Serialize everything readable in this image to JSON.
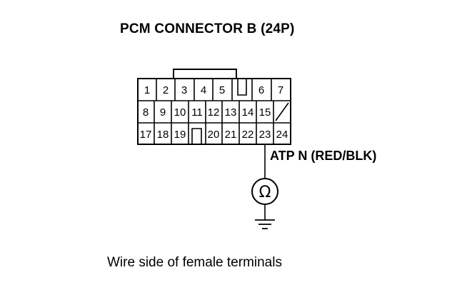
{
  "title": "PCM CONNECTOR B (24P)",
  "wire_label": "ATP N (RED/BLK)",
  "caption": "Wire side of female terminals",
  "connector": {
    "rows": [
      [
        "1",
        "2",
        "3",
        "4",
        "5",
        "",
        "6",
        "7"
      ],
      [
        "8",
        "9",
        "10",
        "11",
        "12",
        "13",
        "14",
        "15",
        ""
      ],
      [
        "17",
        "18",
        "19",
        "",
        "20",
        "21",
        "22",
        "23",
        "24"
      ]
    ],
    "probe_terminal": "23",
    "meter_symbol": "Ω",
    "meter": "ohmmeter-icon",
    "ground": "ground-icon"
  }
}
